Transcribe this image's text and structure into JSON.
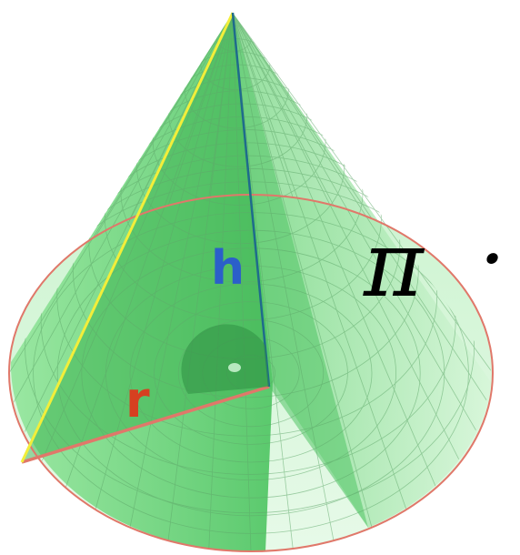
{
  "diagram": {
    "labels": {
      "height": "h",
      "radius": "r",
      "pi": "π",
      "dot": "·"
    },
    "colors": {
      "cone_fill": "#7fe08a",
      "cone_fill_dark": "#4fc463",
      "grid": "#5fa86a",
      "base_rim": "#e0786a",
      "slant_edge": "#f2ee3a",
      "height_line": "#1f6b8c",
      "height_label": "#2b5fc9",
      "radius_label": "#d64020",
      "pi_text": "#000000"
    }
  }
}
